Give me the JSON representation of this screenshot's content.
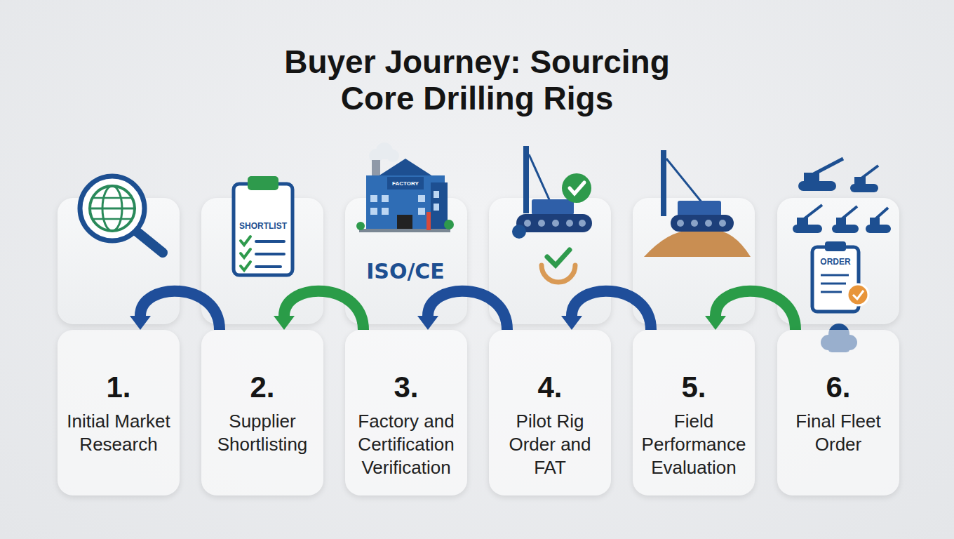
{
  "diagram": {
    "title": "Buyer Journey: Sourcing Core Drilling Rigs",
    "nodes": [
      {
        "text": [
          "1.",
          "Initial Market Research"
        ]
      },
      {
        "text": [
          "2.",
          "Supplier Shortlisting"
        ]
      },
      {
        "text": [
          "3.",
          "Factory and Certification Verification"
        ]
      },
      {
        "text": [
          "4.",
          "Pilot Rig Order and FAT"
        ]
      },
      {
        "text": [
          "5.",
          "Field Performance Evaluation"
        ]
      },
      {
        "text": [
          "6.",
          "Final Fleet Order"
        ]
      }
    ],
    "edges": [
      {
        "from": 1,
        "to": 0,
        "arrow": "to"
      },
      {
        "from": 2,
        "to": 1,
        "arrow": "to"
      },
      {
        "from": 3,
        "to": 2,
        "arrow": "to"
      },
      {
        "from": 4,
        "to": 3,
        "arrow": "to"
      },
      {
        "from": 5,
        "to": 4,
        "arrow": "to"
      }
    ],
    "labels": [
      "SHORTLIST",
      "FACTORY",
      "ISO/CE",
      "ORDER"
    ]
  }
}
